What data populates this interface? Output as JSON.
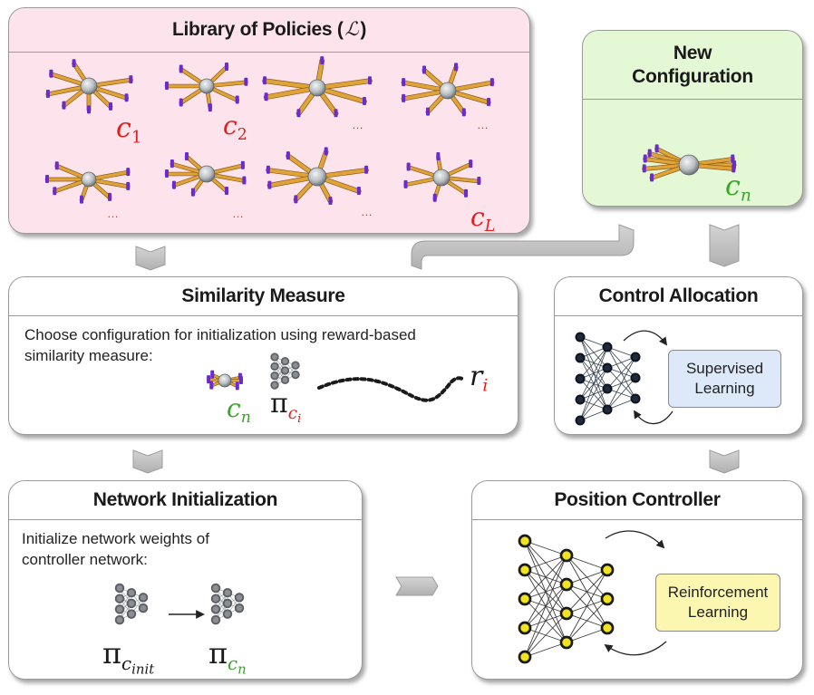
{
  "library": {
    "title_prefix": "Library of Policies (",
    "title_symbol": "ℒ",
    "title_suffix": ")",
    "labels": {
      "c1": "c",
      "c1_sub": "1",
      "c2": "c",
      "c2_sub": "2",
      "cL": "c",
      "cL_sub": "L"
    },
    "ellipsis": "…"
  },
  "new_config": {
    "title_line1": "New",
    "title_line2": "Configuration",
    "label": "c",
    "label_sub": "n"
  },
  "similarity": {
    "title": "Similarity Measure",
    "text_line1": "Choose configuration for initialization using  reward-based",
    "text_line2": "similarity measure:",
    "cn": "c",
    "cn_sub": "n",
    "pi": "π",
    "pi_sub_c": "c",
    "pi_sub_i": "i",
    "r": "r",
    "r_sub": "i"
  },
  "control_allocation": {
    "title": "Control Allocation",
    "callout_line1": "Supervised",
    "callout_line2": "Learning"
  },
  "network_init": {
    "title": "Network Initialization",
    "text_line1": "Initialize network weights of",
    "text_line2": "controller network:",
    "pi": "π",
    "from_sub": "c",
    "from_subsub": "init",
    "to_sub": "c",
    "to_subsub": "n"
  },
  "position_controller": {
    "title": "Position Controller",
    "callout_line1": "Reinforcement",
    "callout_line2": "Learning"
  },
  "colors": {
    "library_bg": "#fde4ec",
    "new_config_bg": "#e4f8d6",
    "supervised_bg": "#dde9f9",
    "reinforcement_bg": "#fbf6b0",
    "label_red": "#e0201e",
    "label_green": "#3aa52a",
    "arm": "#e0a33a",
    "hub": "#b9bfc2",
    "node_dark": "#1f2a3a",
    "node_yellow": "#f0e41a"
  }
}
